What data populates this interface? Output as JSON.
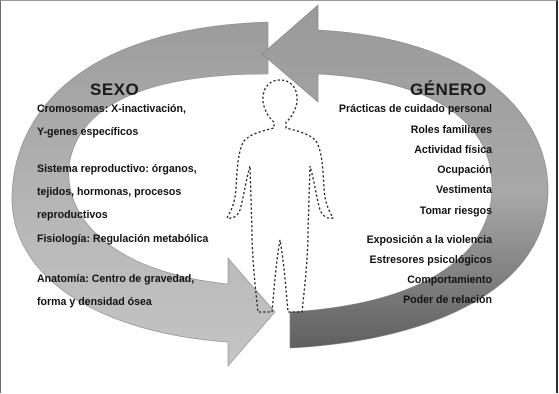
{
  "colors": {
    "left_cycle": "#a2a2a2",
    "left_cycle_dark": "#b9b9b9",
    "right_cycle": "#909090",
    "right_cycle_dark": "#6f6f6f",
    "text": "#111111"
  },
  "sex": {
    "heading": "SEXO",
    "items": [
      "Cromosomas: X-inactivación,",
      "Y-genes específicos",
      "Sistema reproductivo: órganos,",
      "tejidos, hormonas, procesos",
      "reproductivos",
      "Fisiología: Regulación metabólica",
      "Anatomía: Centro de gravedad,",
      "forma y densidad ósea"
    ]
  },
  "gender": {
    "heading": "GÉNERO",
    "items": [
      "Prácticas de cuidado personal",
      "Roles familiares",
      "Actividad física",
      "Ocupación",
      "Vestimenta",
      "Tomar riesgos",
      "Exposición a la violencia",
      "Estresores psicológicos",
      "Comportamiento",
      "Poder de relación"
    ]
  },
  "icons": [
    "left-cycle-arrow-icon",
    "right-cycle-arrow-icon",
    "human-silhouette-icon"
  ]
}
